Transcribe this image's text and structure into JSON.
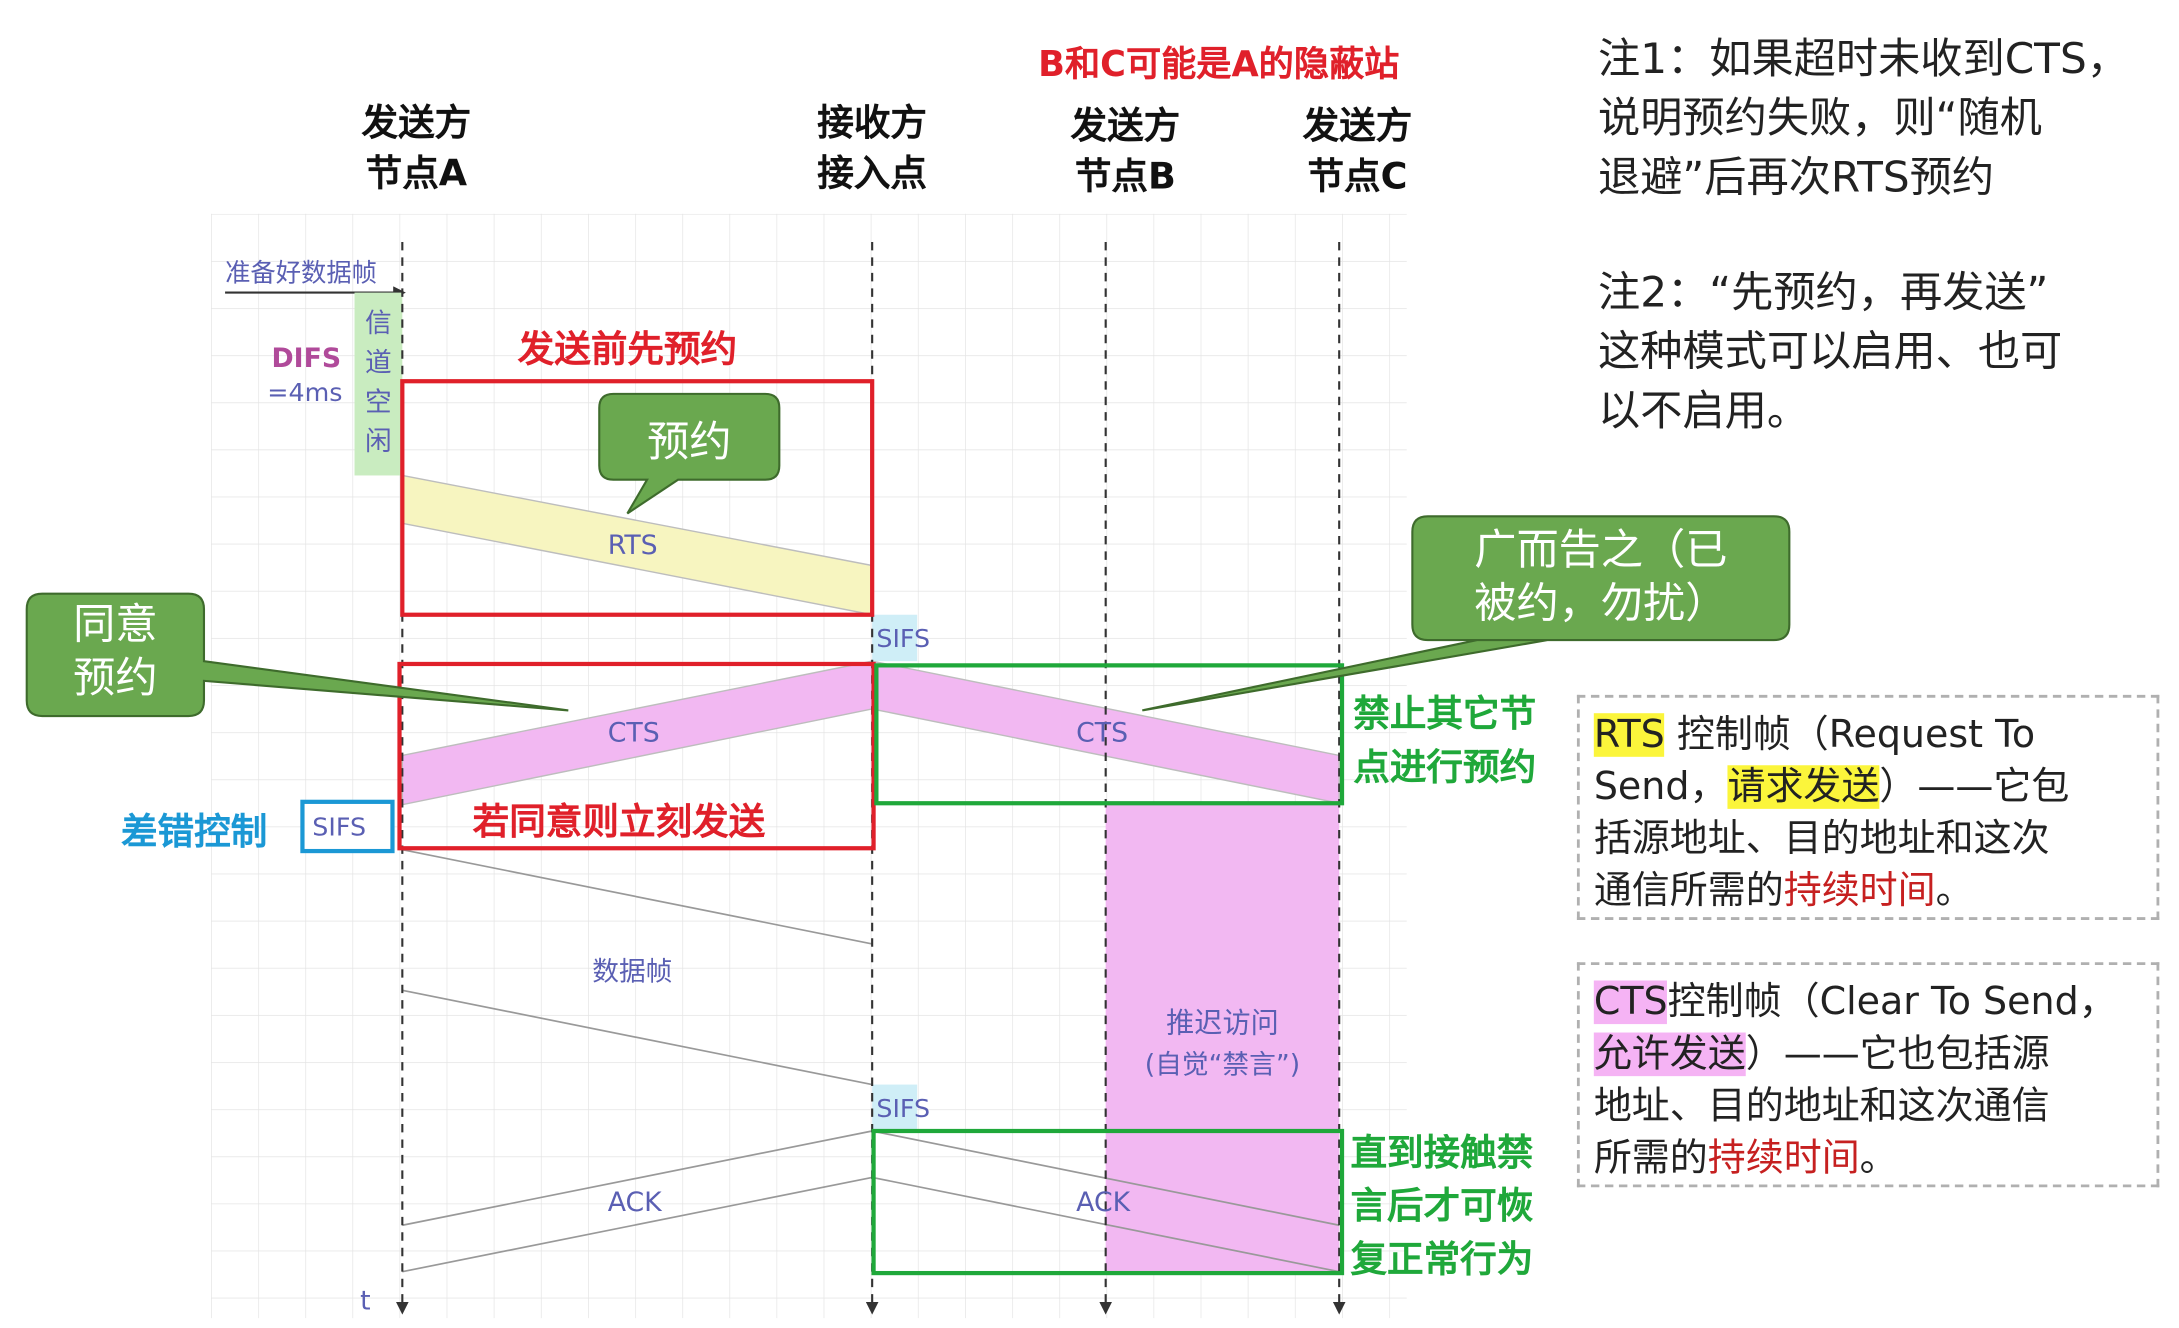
{
  "header": {
    "hidden_station_note": "B和C可能是A的隐蔽站",
    "nodes": [
      {
        "line1": "发送方",
        "line2": "节点A"
      },
      {
        "line1": "接收方",
        "line2": "接入点"
      },
      {
        "line1": "发送方",
        "line2": "节点B"
      },
      {
        "line1": "发送方",
        "line2": "节点C"
      }
    ]
  },
  "timeline": {
    "ready_label": "准备好数据帧",
    "difs_label": "DIFS",
    "difs_value": "=4ms",
    "channel_idle": [
      "信",
      "道",
      "空",
      "闲"
    ],
    "time_axis_label": "t",
    "sifs_label": "SIFS",
    "rts_label": "RTS",
    "cts_label": "CTS",
    "data_frame_label": "数据帧",
    "ack_label": "ACK",
    "defer_label_1": "推迟访问",
    "defer_label_2": "(自觉“禁言”)"
  },
  "annotations": {
    "reserve_first": "发送前先预约",
    "if_agree": "若同意则立刻发送",
    "error_control": "差错控制",
    "forbid_1": "禁止其它节",
    "forbid_2": "点进行预约",
    "until_1": "直到接触禁",
    "until_2": "言后才可恢",
    "until_3": "复正常行为"
  },
  "callouts": {
    "reserve": "预约",
    "agree_1": "同意",
    "agree_2": "预约",
    "broadcast_1": "广而告之（已",
    "broadcast_2": "被约，勿扰）"
  },
  "notes": {
    "note1_l1": "注1：如果超时未收到CTS，",
    "note1_l2": "说明预约失败，则“随机",
    "note1_l3": "退避”后再次RTS预约",
    "note2_l1": "注2：“先预约，再发送”",
    "note2_l2": "这种模式可以启用、也可",
    "note2_l3": "以不启用。"
  },
  "rts_box": {
    "hl": "RTS",
    "t1": " 控制帧（Request To",
    "t2a": "Send，",
    "hl2": "请求发送",
    "t2b": "）——它包",
    "t3": "括源地址、目的地址和这次",
    "t4a": "通信所需的",
    "red": "持续时间",
    "t4b": "。"
  },
  "cts_box": {
    "hl": "CTS",
    "t1": "控制帧（Clear To Send，",
    "hl2": "允许发送",
    "t2b": "）——它也包括源",
    "t3": "地址、目的地址和这次通信",
    "t4a": "所需的",
    "red": "持续时间",
    "t4b": "。"
  },
  "colors": {
    "red": "#e0202a",
    "green": "#1fa83a",
    "blue": "#1b98d5",
    "rts_fill": "#f7f5c0",
    "cts_fill": "#f2b8f2",
    "callout_fill": "#6aa84f"
  }
}
